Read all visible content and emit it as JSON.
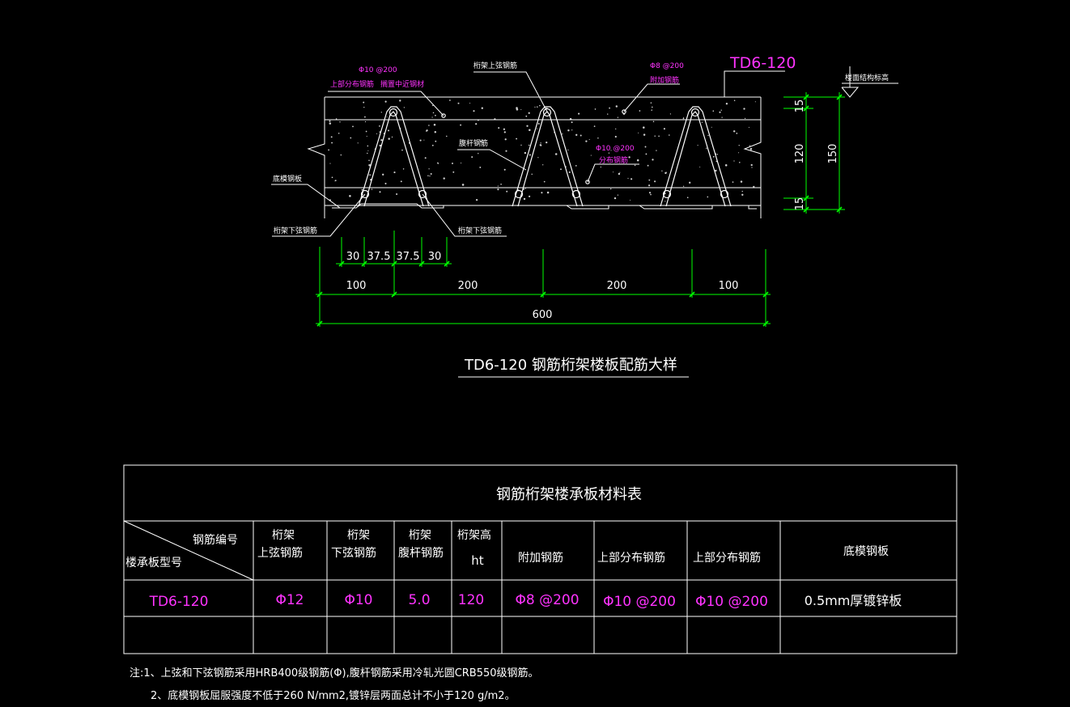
{
  "labels": {
    "title_tag": "TD6-120",
    "floor_elev": "楼面结构标高",
    "top_chord": "桁架上弦钢筋",
    "dist_top_spec": "Φ10 @200",
    "dist_top_name": "上部分布钢筋",
    "dist_top_note": "搁置中近钢材",
    "add_spec": "Φ8 @200",
    "add_name": "附加钢筋",
    "web": "腹杆钢筋",
    "dist_mid_spec": "Φ10 @200",
    "dist_mid_name": "分布钢筋",
    "bottom_plate": "底模钢板",
    "bottom_chord_left": "桁架下弦钢筋",
    "bottom_chord_right": "桁架下弦钢筋"
  },
  "dims": {
    "d15_top": "15",
    "d120": "120",
    "d15_bot": "15",
    "d150": "150",
    "d30a": "30",
    "d375a": "37.5",
    "d375b": "37.5",
    "d30b": "30",
    "d100a": "100",
    "d200a": "200",
    "d200b": "200",
    "d100b": "100",
    "d600": "600"
  },
  "caption": "TD6-120 钢筋桁架楼板配筋大样",
  "table": {
    "title": "钢筋桁架楼承板材料表",
    "corner_top": "钢筋编号",
    "corner_bottom": "楼承板型号",
    "headers": [
      [
        "桁架",
        "上弦钢筋"
      ],
      [
        "桁架",
        "下弦钢筋"
      ],
      [
        "桁架",
        "腹杆钢筋"
      ],
      [
        "桁架高",
        "ht"
      ],
      [
        "附加钢筋"
      ],
      [
        "上部分布钢筋"
      ],
      [
        "上部分布钢筋"
      ],
      [
        "底模钢板"
      ]
    ],
    "row": [
      "TD6-120",
      "Φ12",
      "Φ10",
      "5.0",
      "120",
      "Φ8 @200",
      "Φ10 @200",
      "Φ10 @200",
      "0.5mm厚镀锌板"
    ]
  },
  "notes": [
    "注:1、上弦和下弦钢筋采用HRB400级钢筋(Φ),腹杆钢筋采用冷轧光圆CRB550级钢筋。",
    "2、底模钢板屈服强度不低于260 N/mm2,镀锌层两面总计不小于120 g/m2。"
  ],
  "colors": {
    "background": "#000000",
    "line_white": "#ffffff",
    "dimension": "#00ff00",
    "text_magenta": "#ff33ff",
    "text_white": "#ffffff"
  }
}
